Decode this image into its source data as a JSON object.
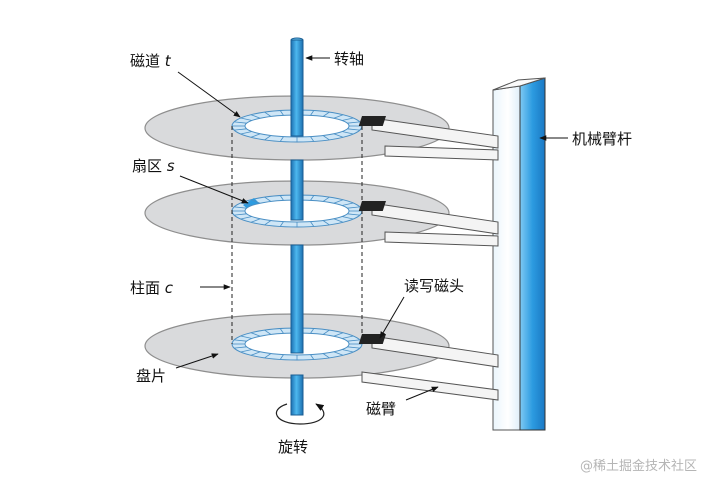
{
  "labels": {
    "track": "磁道 t",
    "spindle": "转轴",
    "arm_assembly": "机械臂杆",
    "sector": "扇区 s",
    "cylinder": "柱面 c",
    "read_write_head": "读写磁头",
    "platter": "盘片",
    "arm": "磁臂",
    "rotation": "旋转"
  },
  "watermark": "@稀土掘金技术社区",
  "colors": {
    "platter": "#d9dadc",
    "platter_edge": "#8e8e8e",
    "track": "#cfe6f6",
    "sector_highlight": "#2c9be0",
    "spindle": "#2f9fe0",
    "head": "#222222",
    "arm": "#f4f4f4"
  }
}
